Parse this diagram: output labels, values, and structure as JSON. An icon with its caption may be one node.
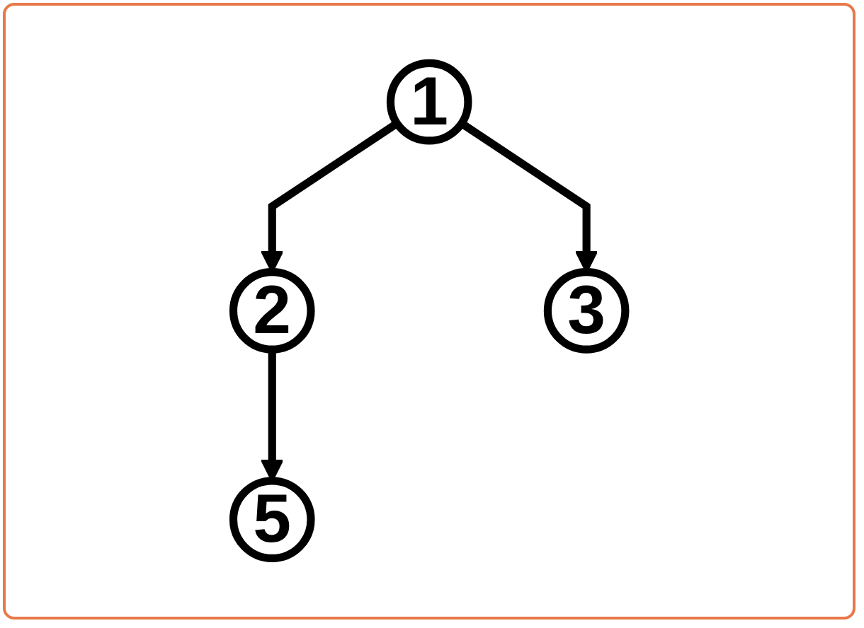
{
  "diagram": {
    "nodes": [
      {
        "text": [
          "1"
        ]
      },
      {
        "text": [
          "2"
        ]
      },
      {
        "text": [
          "3"
        ]
      },
      {
        "text": [
          "5"
        ]
      }
    ],
    "edges": [
      {
        "from": 0,
        "to": 1,
        "arrow": "to"
      },
      {
        "from": 0,
        "to": 2,
        "arrow": "to"
      },
      {
        "from": 1,
        "to": 3,
        "arrow": "to"
      }
    ]
  }
}
